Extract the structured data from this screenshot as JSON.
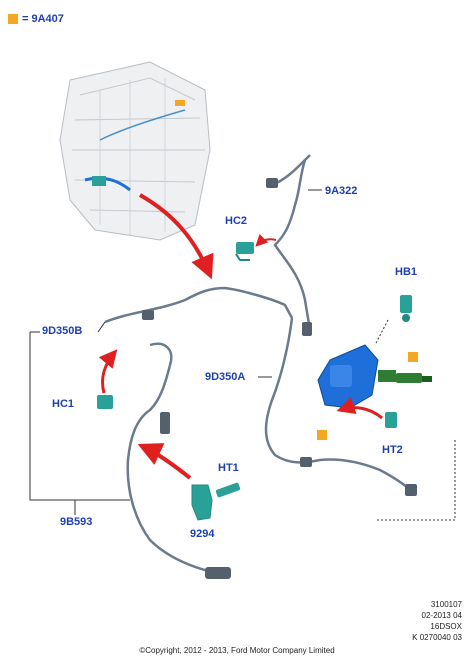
{
  "header": {
    "legend_symbol": "■",
    "legend_text": "= 9A407"
  },
  "callouts": {
    "c_9a322": "9A322",
    "c_hc2": "HC2",
    "c_hb1": "HB1",
    "c_9d350b": "9D350B",
    "c_9d350a": "9D350A",
    "c_hc1": "HC1",
    "c_ht2": "HT2",
    "c_ht1": "HT1",
    "c_9294": "9294",
    "c_9b593": "9B593"
  },
  "footer": {
    "line1": "3100107",
    "line2": "02-2013 04",
    "line3": "16DSOX",
    "line4": "K 0270040 03",
    "copyright": "©Copyright, 2012 - 2013, Ford Motor Company Limited"
  },
  "colors": {
    "label_blue": "#1f3fb0",
    "marker_orange": "#f5a623",
    "arrow_red": "#e02020",
    "part_teal": "#2aa198",
    "part_blue": "#1e6fd9",
    "part_green": "#2e7d32",
    "hose_gray": "#6b7a8c"
  }
}
